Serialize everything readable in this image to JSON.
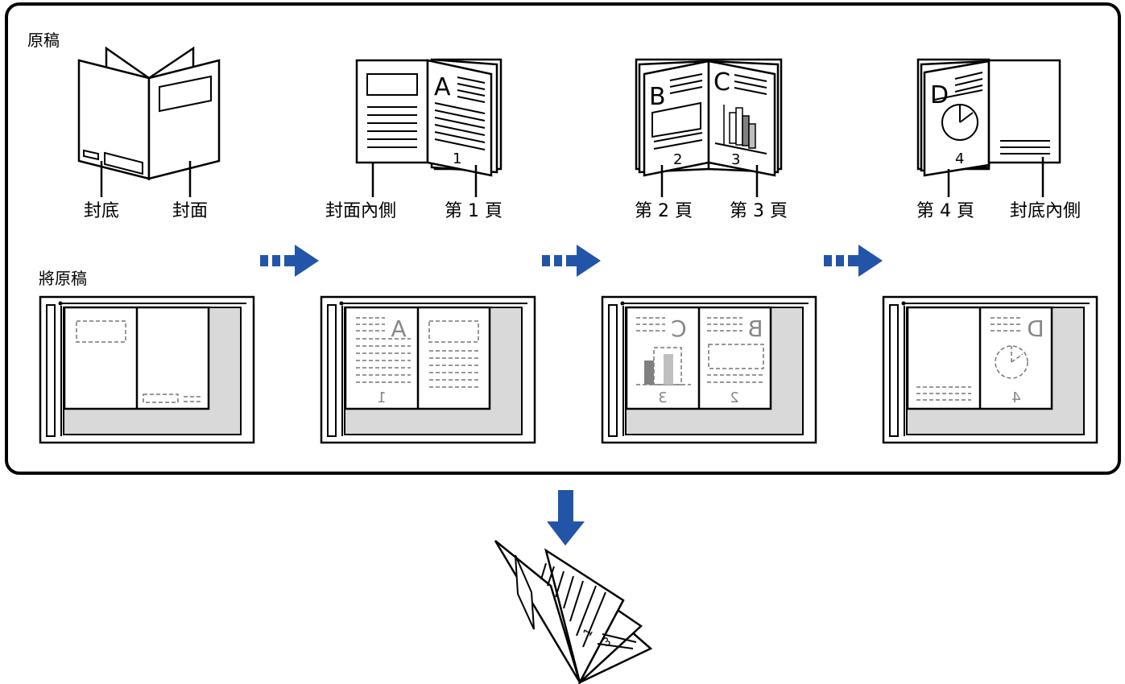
{
  "sections": {
    "original_title": "原稿",
    "place_title": "將原稿"
  },
  "original_labels": {
    "back_cover": "封底",
    "front_cover": "封面",
    "inside_front_cover": "封面內側",
    "page1": "第 1 頁",
    "page2": "第 2 頁",
    "page3": "第 3 頁",
    "page4": "第 4 頁",
    "inside_back_cover": "封底內側"
  },
  "page_glyphs": {
    "letter_a": "A",
    "letter_b": "B",
    "letter_c": "C",
    "letter_d": "D",
    "num1": "1",
    "num2": "2",
    "num3": "3",
    "num4": "4"
  },
  "colors": {
    "border": "#000000",
    "arrow": "#2255a8",
    "glass": "#d9d9d9",
    "chart_dark": "#808080",
    "chart_light": "#bfbfbf"
  },
  "icons": [
    "booklet-cover-icon",
    "open-book-icon",
    "scanner-glass-icon",
    "arrow-right-icon",
    "arrow-down-icon",
    "folded-booklet-icon"
  ]
}
